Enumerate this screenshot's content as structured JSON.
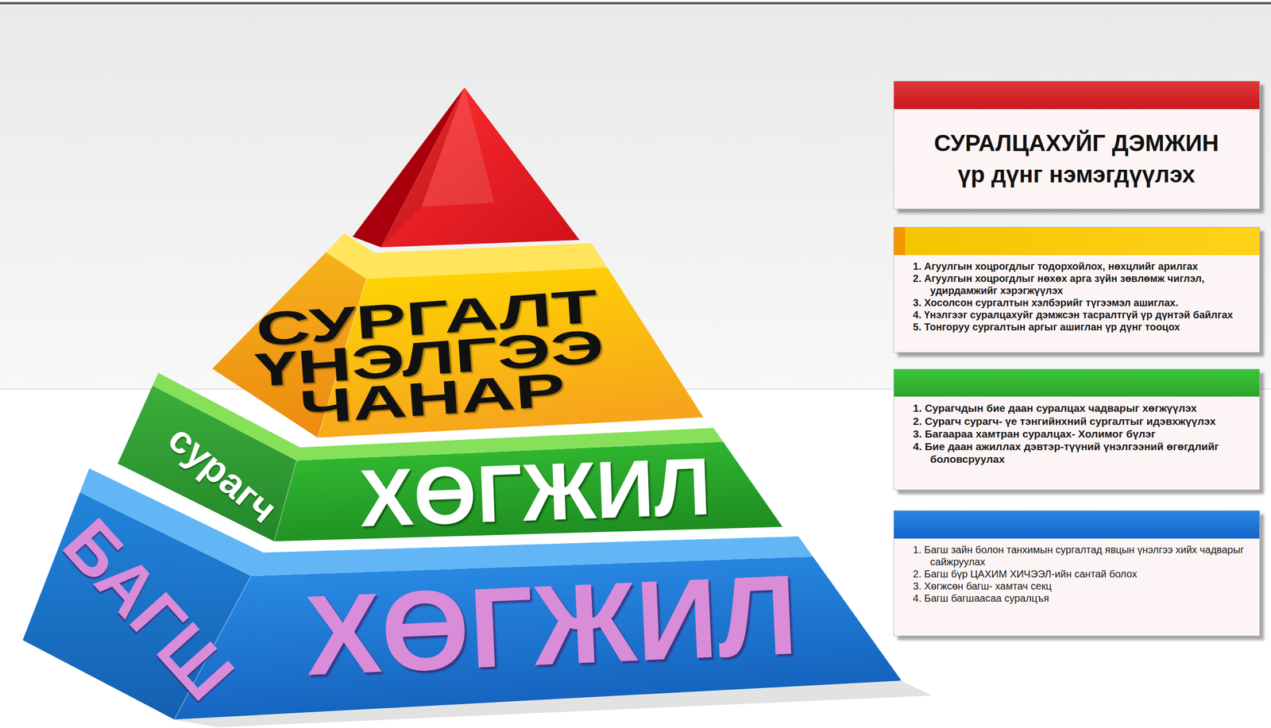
{
  "diagram": {
    "nodes": [
      {
        "text": [
          "СУРГАЛТ ҮНЭЛГЭЭ ЧАНАР"
        ]
      },
      {
        "text": [
          "сурагч",
          "ХӨГЖИЛ"
        ]
      },
      {
        "text": [
          "БАГШ",
          "ХӨГЖИЛ"
        ]
      },
      {
        "text": [
          "СУРАЛЦАХУЙГ ДЭМЖИН үр дүнг нэмэгдүүлэх"
        ]
      },
      {
        "text": [
          "1. Агуулгын хоцрогдлыг тодорхойлох, нөхцлийг арилгах",
          "2. Агуулгын хоцрогдлыг нөхөх арга зүйн зөвлөмж чиглэл, удирдамжийг хэрэгжүүлэх",
          "3. Хосолсон сургалтын хэлбэрийг түгээмэл ашиглах.",
          "4. Үнэлгээг суралцахуйг дэмжсэн тасралтгүй үр дүнтэй байлгах",
          "5. Тонгоруу сургалтын аргыг ашиглан үр дүнг тооцох"
        ]
      },
      {
        "text": [
          "1. Сурагчдын бие даан суралцах чадварыг хөгжүүлэх",
          "2. Сурагч сурагч- үе тэнгийнхний сургалтыг идэвхжүүлэх",
          "3. Багаараа хамтран суралцах- Холимог бүлэг",
          "4. Бие даан ажиллах дэвтэр-түүний үнэлгээний өгөгдлийг боловсруулах"
        ]
      },
      {
        "text": [
          "1. Багш зайн болон танхимын сургалтад явцын үнэлгээ хийх чадварыг сайжруулах",
          "2. Багш бүр ЦАХИМ ХИЧЭЭЛ-ийн сантай болох",
          "3. Хөгжсөн багш- хамтач секц",
          "4. Багш багшаасаа суралцъя"
        ]
      }
    ]
  }
}
